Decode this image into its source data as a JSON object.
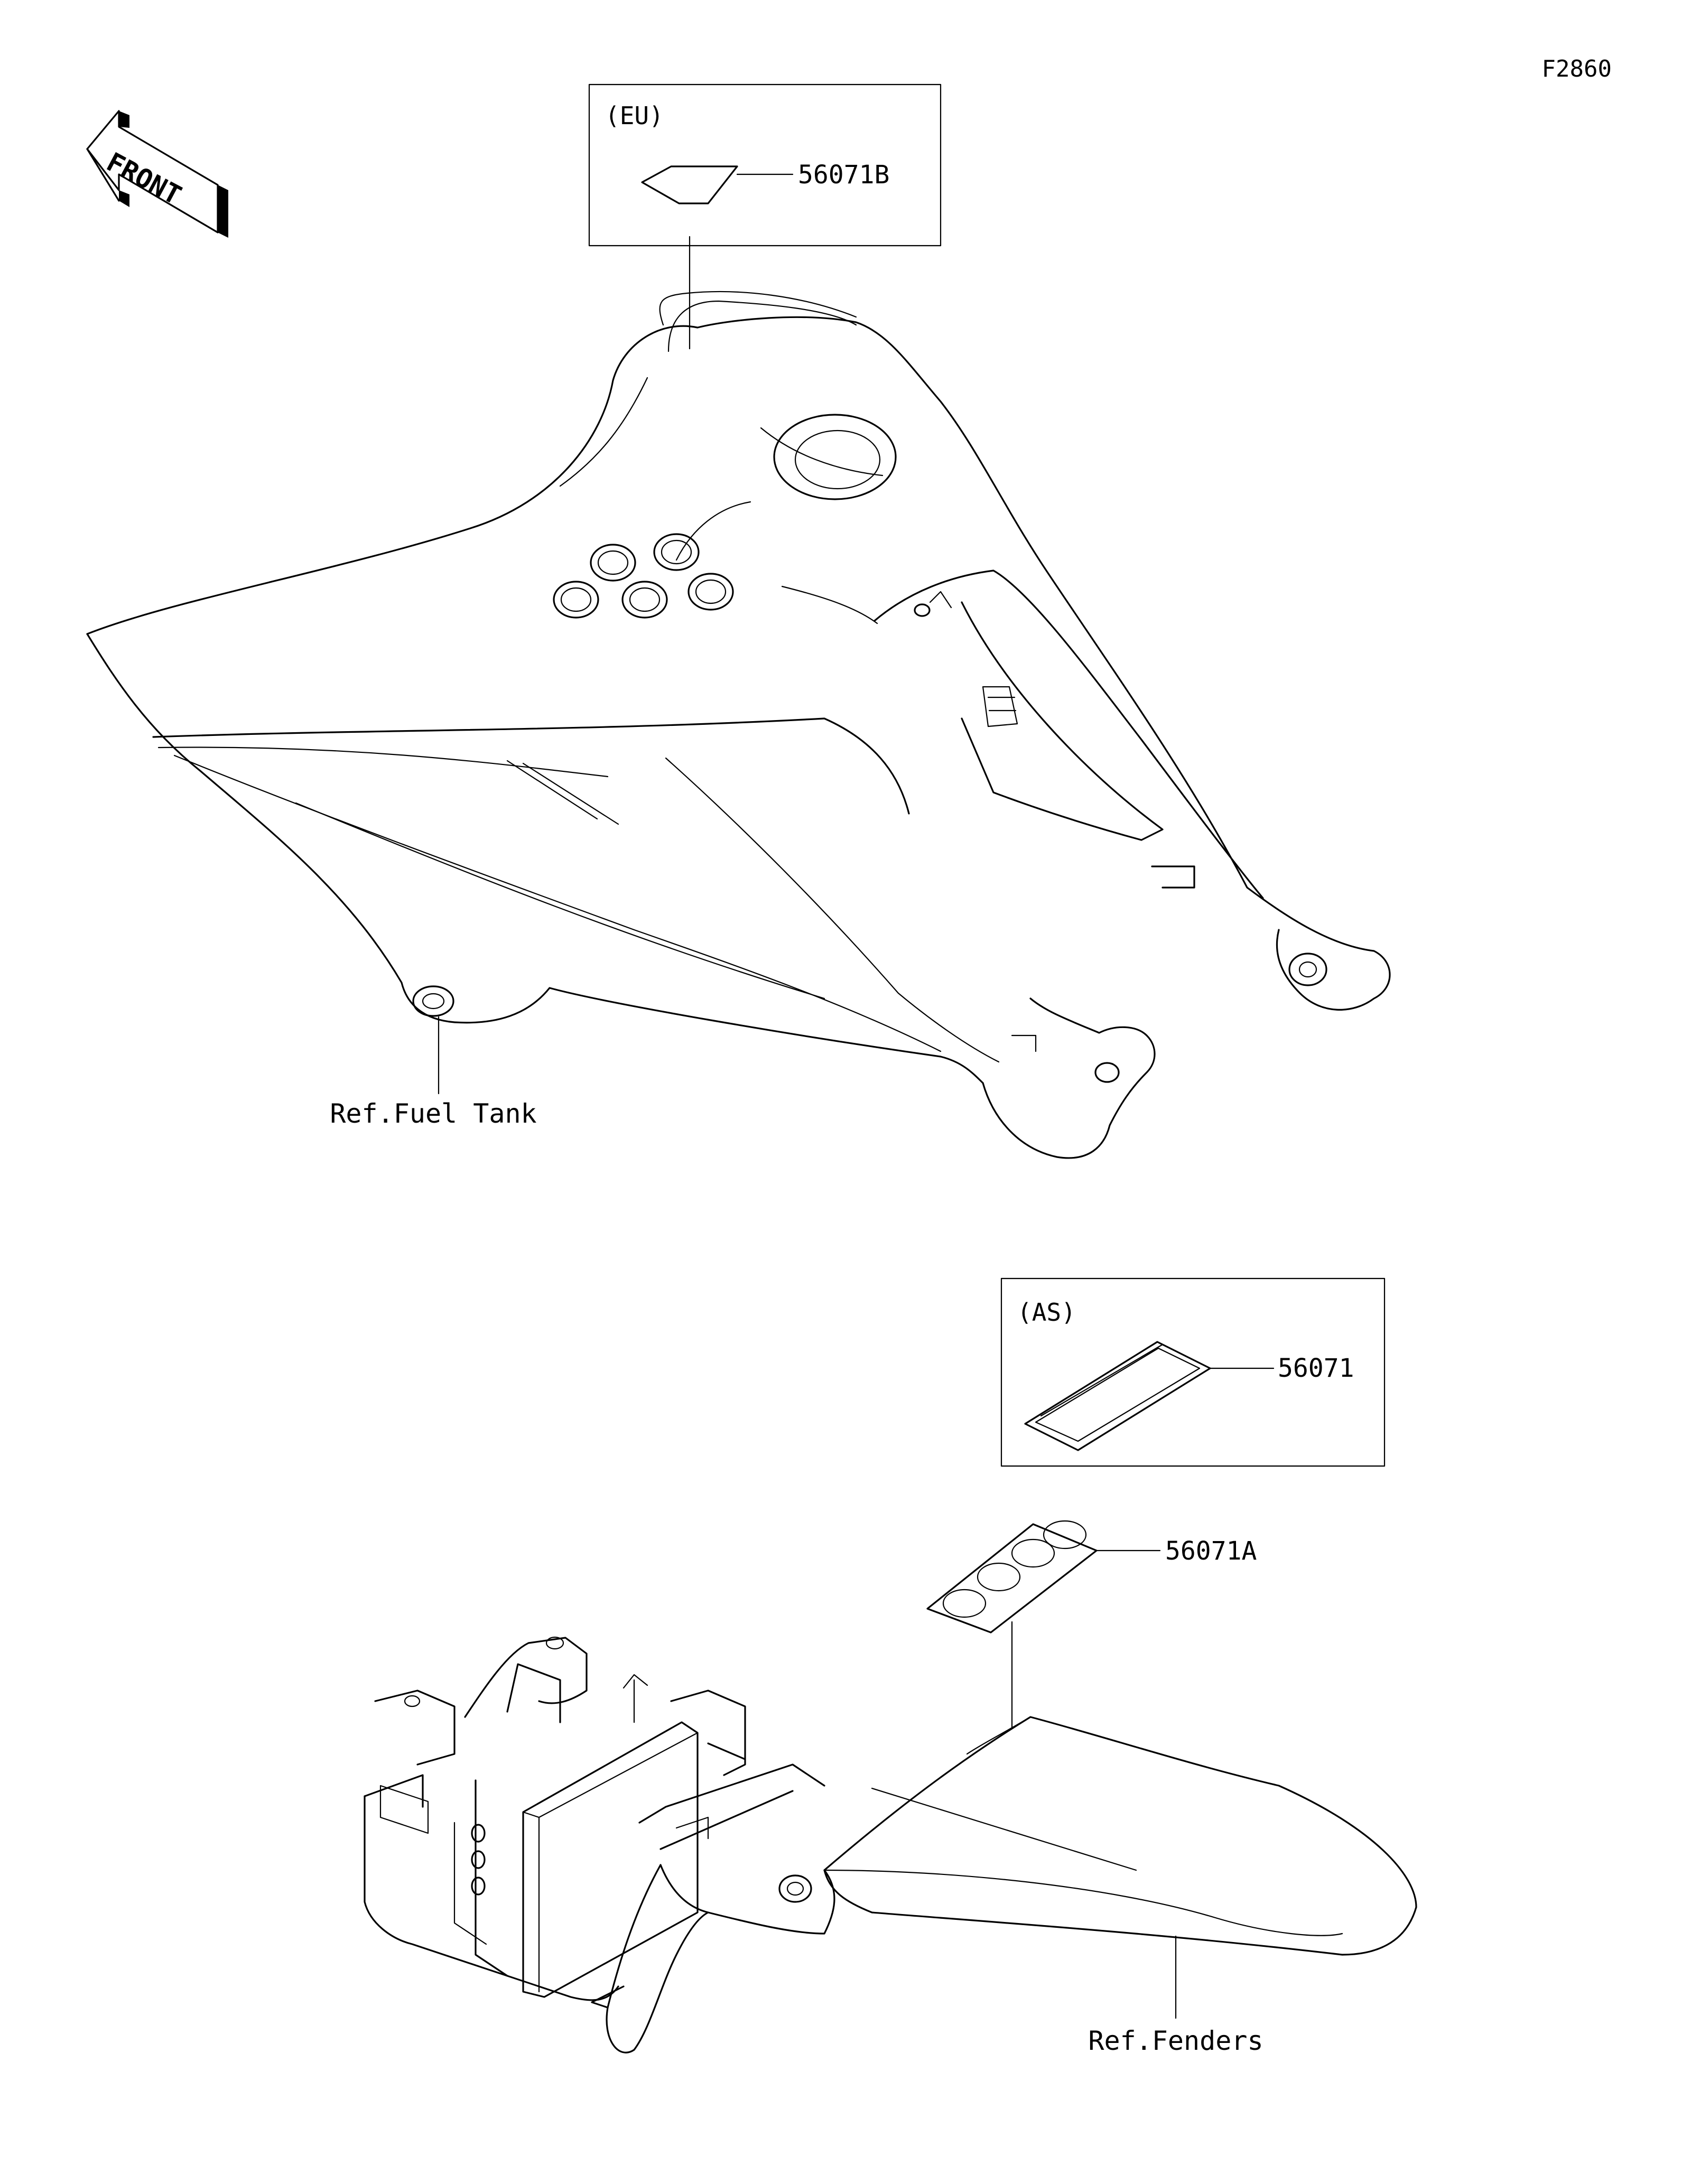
{
  "figure_id": "F2860",
  "front_arrow": {
    "label": "FRONT"
  },
  "boxes": [
    {
      "region": "(EU)",
      "part_number": "56071B"
    },
    {
      "region": "(AS)",
      "part_number": "56071"
    }
  ],
  "callouts": [
    {
      "part_number": "56071A"
    }
  ],
  "references": [
    {
      "label": "Ref.Fuel Tank"
    },
    {
      "label": "Ref.Fenders"
    }
  ]
}
